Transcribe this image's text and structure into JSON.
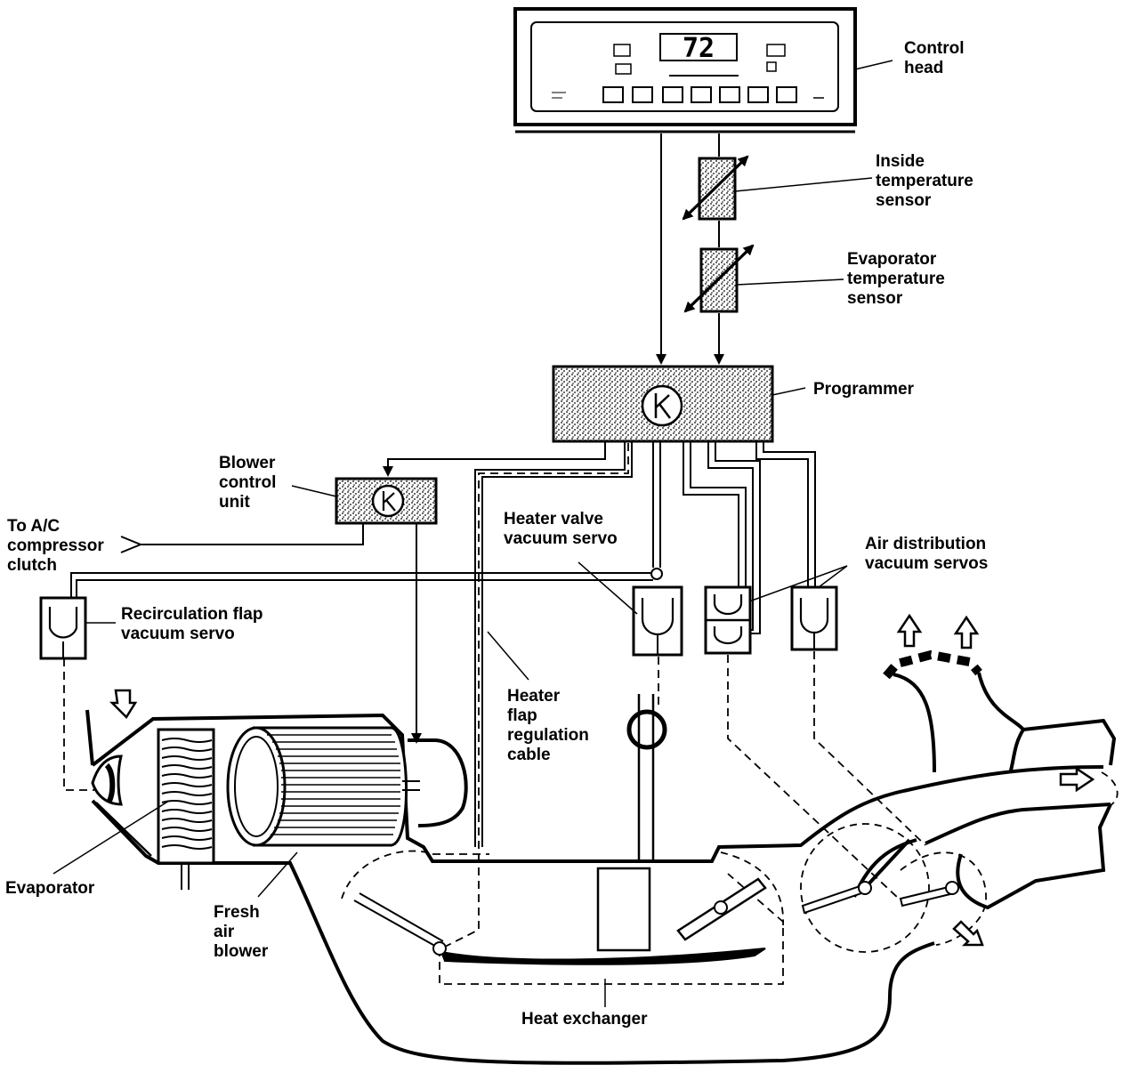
{
  "display": {
    "temperature": "72"
  },
  "labels": {
    "control_head": [
      "Control",
      "head"
    ],
    "inside_sensor": [
      "Inside",
      "temperature",
      "sensor"
    ],
    "evaporator_sensor": [
      "Evaporator",
      "temperature",
      "sensor"
    ],
    "programmer": [
      "Programmer"
    ],
    "blower_control": [
      "Blower",
      "control",
      "unit"
    ],
    "ac_clutch": [
      "To A/C",
      "compressor",
      "clutch"
    ],
    "heater_valve_servo": [
      "Heater valve",
      "vacuum servo"
    ],
    "air_distribution_servos": [
      "Air distribution",
      "vacuum servos"
    ],
    "recirculation_servo": [
      "Recirculation flap",
      "vacuum servo"
    ],
    "heater_flap_cable": [
      "Heater",
      "flap",
      "regulation",
      "cable"
    ],
    "evaporator": [
      "Evaporator"
    ],
    "fresh_air_blower": [
      "Fresh",
      "air",
      "blower"
    ],
    "heat_exchanger": [
      "Heat exchanger"
    ]
  },
  "icons": {
    "sensor": "thermistor-icon",
    "controller": "k-control-icon",
    "servo": "vacuum-servo-icon",
    "airflow": "hollow-arrow-icon"
  }
}
